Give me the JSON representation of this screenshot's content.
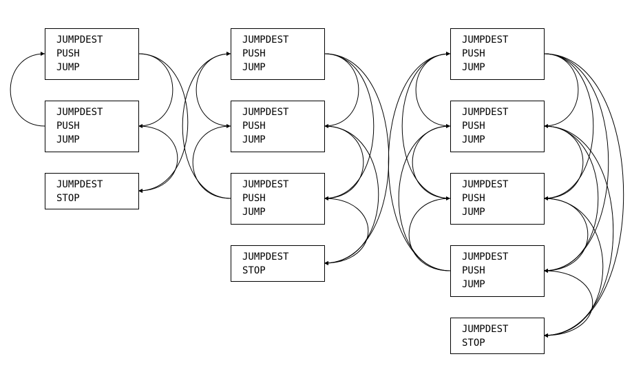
{
  "diagrams": [
    {
      "blocks": [
        {
          "lines": [
            "JUMPDEST",
            "PUSH",
            "JUMP"
          ]
        },
        {
          "lines": [
            "JUMPDEST",
            "PUSH",
            "JUMP"
          ]
        },
        {
          "lines": [
            "JUMPDEST",
            "STOP"
          ]
        }
      ]
    },
    {
      "blocks": [
        {
          "lines": [
            "JUMPDEST",
            "PUSH",
            "JUMP"
          ]
        },
        {
          "lines": [
            "JUMPDEST",
            "PUSH",
            "JUMP"
          ]
        },
        {
          "lines": [
            "JUMPDEST",
            "PUSH",
            "JUMP"
          ]
        },
        {
          "lines": [
            "JUMPDEST",
            "STOP"
          ]
        }
      ]
    },
    {
      "blocks": [
        {
          "lines": [
            "JUMPDEST",
            "PUSH",
            "JUMP"
          ]
        },
        {
          "lines": [
            "JUMPDEST",
            "PUSH",
            "JUMP"
          ]
        },
        {
          "lines": [
            "JUMPDEST",
            "PUSH",
            "JUMP"
          ]
        },
        {
          "lines": [
            "JUMPDEST",
            "PUSH",
            "JUMP"
          ]
        },
        {
          "lines": [
            "JUMPDEST",
            "STOP"
          ]
        }
      ]
    }
  ]
}
